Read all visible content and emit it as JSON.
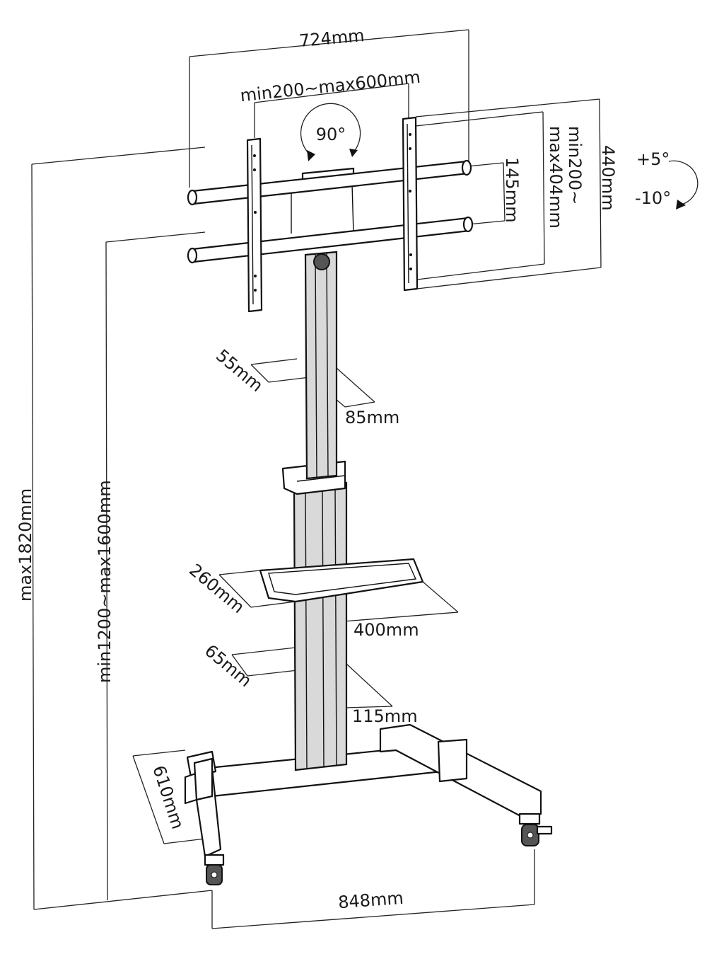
{
  "labels": {
    "overall_width": "724mm",
    "vesa_width": "min200~max600mm",
    "rotation": "90°",
    "tilt_up": "+5°",
    "tilt_down": "-10°",
    "vesa_height": "min200~\nmax404mm",
    "vesa_height_line1": "min200~",
    "vesa_height_line2": "max404mm",
    "bracket_height": "440mm",
    "arm_gap": "145mm",
    "pole_depth_top": "55mm",
    "pole_width_top": "85mm",
    "shelf_depth": "260mm",
    "shelf_width": "400mm",
    "pole_depth_bottom": "65mm",
    "pole_width_bottom": "115mm",
    "base_depth": "610mm",
    "base_width": "848mm",
    "max_height": "max1820mm",
    "height_range": "min1200~max1600mm"
  },
  "colors": {
    "line": "#111111",
    "fill_gray": "#d9d9d9",
    "background": "#ffffff"
  }
}
